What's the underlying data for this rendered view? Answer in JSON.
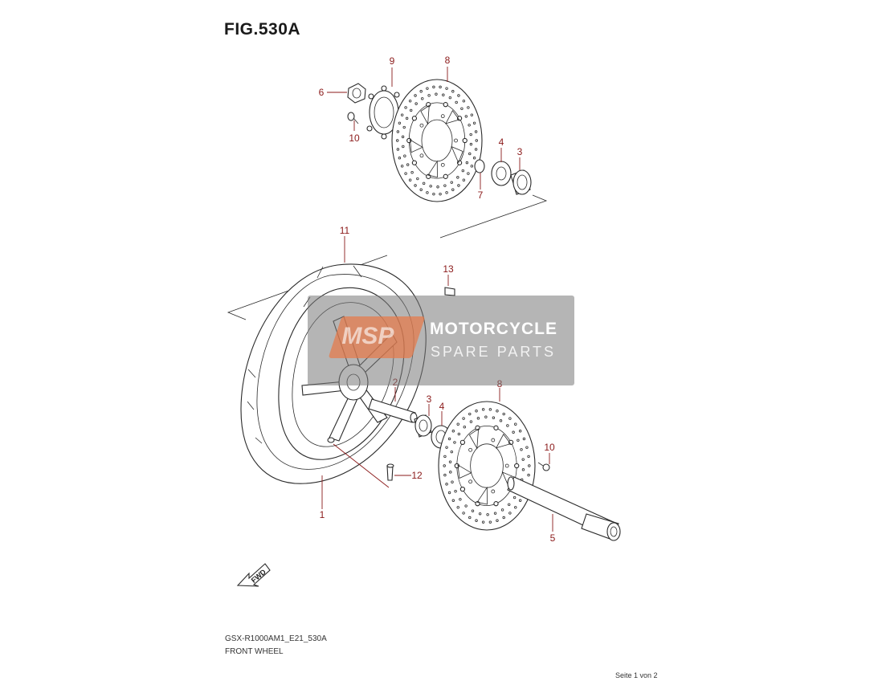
{
  "figure_title": "FIG.530A",
  "callouts": [
    {
      "num": "9"
    },
    {
      "num": "8"
    },
    {
      "num": "6"
    },
    {
      "num": "10"
    },
    {
      "num": "4"
    },
    {
      "num": "3"
    },
    {
      "num": "7"
    },
    {
      "num": "11"
    },
    {
      "num": "13"
    },
    {
      "num": "2"
    },
    {
      "num": "3"
    },
    {
      "num": "4"
    },
    {
      "num": "8"
    },
    {
      "num": "10"
    },
    {
      "num": "12"
    },
    {
      "num": "1"
    },
    {
      "num": "5"
    }
  ],
  "watermark": {
    "logo": "MSP",
    "line1": "MOTORCYCLE",
    "line2": "SPARE PARTS"
  },
  "direction_label": "FWD",
  "model_code": "GSX-R1000AM1_E21_530A",
  "figure_name": "FRONT WHEEL",
  "page_number": "Seite 1 von 2"
}
